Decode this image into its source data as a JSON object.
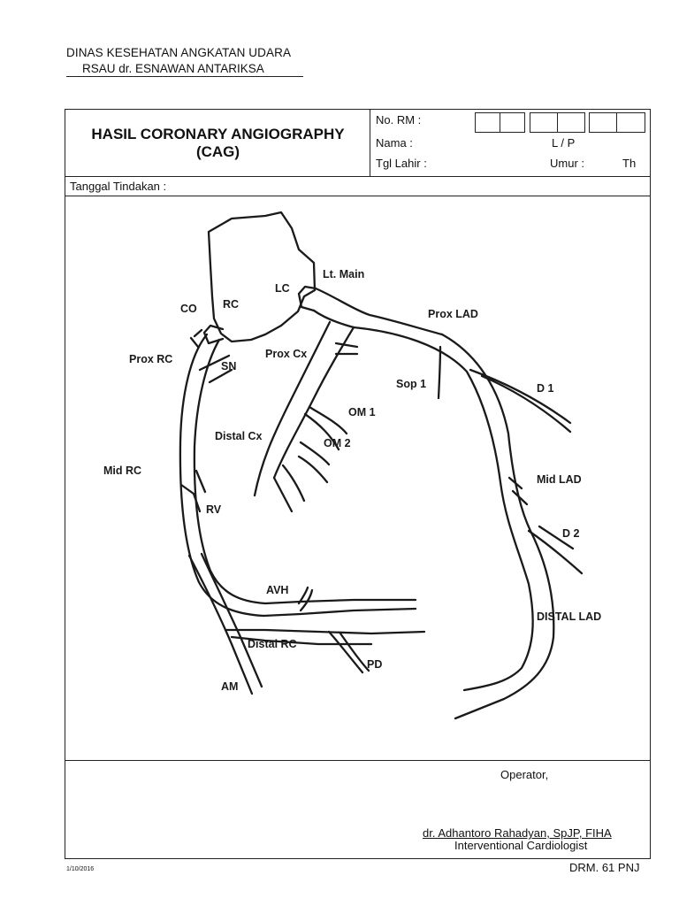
{
  "header": {
    "org_line1": "DINAS KESEHATAN ANGKATAN UDARA",
    "org_line2": "RSAU dr. ESNAWAN ANTARIKSA"
  },
  "form": {
    "title_line1": "HASIL CORONARY ANGIOGRAPHY",
    "title_line2": "(CAG)",
    "no_rm_label": "No. RM :",
    "nama_label": "Nama :",
    "lp_label": "L / P",
    "tgl_lahir_label": "Tgl Lahir :",
    "umur_label": "Umur :",
    "th_label": "Th",
    "tanggal_tindakan_label": "Tanggal Tindakan :"
  },
  "diagram": {
    "labels": {
      "lc": "LC",
      "lt_main": "Lt. Main",
      "co": "CO",
      "rc": "RC",
      "prox_lad": "Prox LAD",
      "prox_rc": "Prox RC",
      "sn": "SN",
      "prox_cx": "Prox Cx",
      "sop1": "Sop 1",
      "d1": "D 1",
      "om1": "OM 1",
      "distal_cx": "Distal Cx",
      "om2": "OM 2",
      "mid_rc": "Mid RC",
      "mid_lad": "Mid LAD",
      "rv": "RV",
      "d2": "D 2",
      "avh": "AVH",
      "distal_lad": "DISTAL LAD",
      "distal_rc": "Distal RC",
      "pd": "PD",
      "am": "AM"
    }
  },
  "signature": {
    "operator_label": "Operator,",
    "name": "dr. Adhantoro Rahadyan, SpJP, FIHA",
    "title": "Interventional Cardiologist"
  },
  "footer": {
    "date": "1/10/2016",
    "code": "DRM. 61 PNJ"
  }
}
